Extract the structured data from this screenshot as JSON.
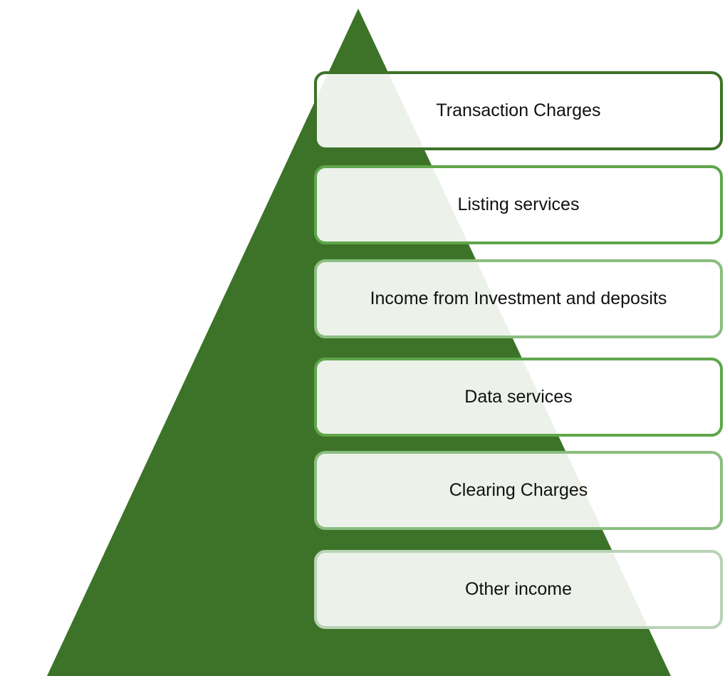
{
  "colors": {
    "pyramid": "#3c7328",
    "borders": [
      "#3d7228",
      "#5fa64a",
      "#8abd80",
      "#5fa64a",
      "#8abd80",
      "#b8d3b5"
    ]
  },
  "levels": [
    {
      "label": "Transaction Charges"
    },
    {
      "label": "Listing services"
    },
    {
      "label": "Income from Investment and deposits"
    },
    {
      "label": "Data services"
    },
    {
      "label": "Clearing Charges"
    },
    {
      "label": "Other income"
    }
  ]
}
